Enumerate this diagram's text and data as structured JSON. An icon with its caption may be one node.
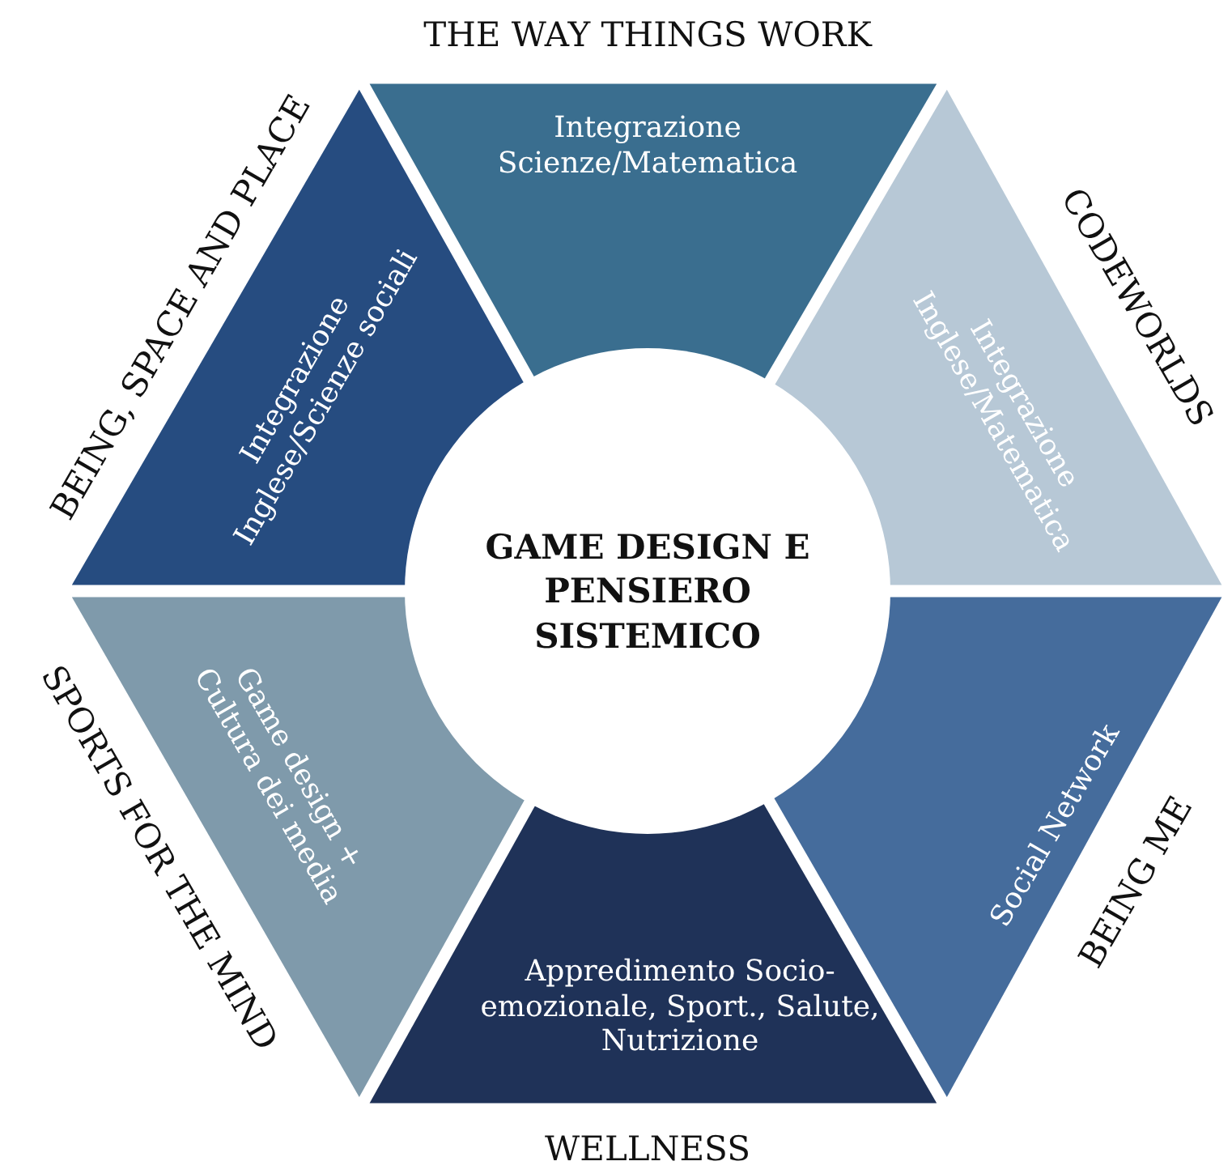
{
  "diagram": {
    "nodes": [
      {
        "text": [
          "THE WAY THINGS WORK",
          "Integrazione Scienze/Matematica"
        ]
      },
      {
        "text": [
          "BEING, SPACE AND PLACE",
          "Integrazione Inglese/Scienze sociali"
        ]
      },
      {
        "text": [
          "CODEWORLDS",
          "Integrazione Inglese/Matematica"
        ]
      },
      {
        "text": [
          "GAME DESIGN E PENSIERO SISTEMICO"
        ]
      },
      {
        "text": [
          "SPORTS FOR THE MIND",
          "Game design + Cultura dei media"
        ]
      },
      {
        "text": [
          "BEING ME",
          "Social Network"
        ]
      },
      {
        "text": [
          "Appredimento Socio-emozionale, Sport., Salute, Nutrizione",
          "WELLNESS"
        ]
      }
    ]
  }
}
